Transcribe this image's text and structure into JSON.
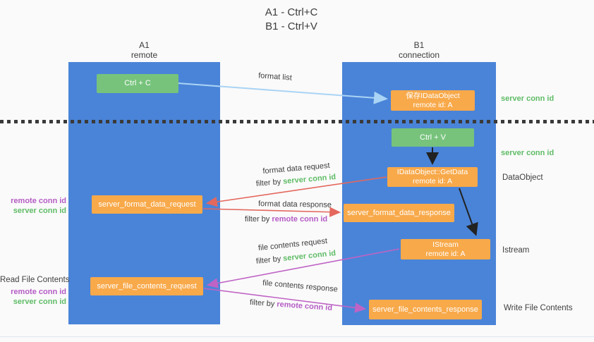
{
  "title": {
    "line1": "A1 - Ctrl+C",
    "line2": "B1 - Ctrl+V"
  },
  "columns": {
    "a1": {
      "name": "A1",
      "subtitle": "remote"
    },
    "b1": {
      "name": "B1",
      "subtitle": "connection"
    }
  },
  "boxes": {
    "ctrl_c": "Ctrl + C",
    "ctrl_v": "Ctrl + V",
    "save_dataobject_line1": "保存IDataObject",
    "save_dataobject_line2": "remote id: A",
    "getdata_line1": "IDataObject::GetData",
    "getdata_line2": "remote id: A",
    "istream_line1": "IStream",
    "istream_line2": "remote id: A",
    "server_format_data_request": "server_format_data_request",
    "server_format_data_response": "server_format_data_response",
    "server_file_contents_request": "server_file_contents_request",
    "server_file_contents_response": "server_file_contents_response"
  },
  "edges": {
    "format_list": "format list",
    "format_data_request": {
      "text": "format data request",
      "filter": "filter by",
      "key": "server conn id"
    },
    "format_data_response": {
      "text": "format data response",
      "filter": "filter by",
      "key": "remote conn id"
    },
    "file_contents_request": {
      "text": "file contents request",
      "filter": "filter by",
      "key": "server conn id"
    },
    "file_contents_response": {
      "text": "file contents response",
      "filter": "filter by",
      "key": "remote conn id"
    }
  },
  "left_labels": {
    "pair1_remote": "remote conn id",
    "pair1_server": "server conn id",
    "read_file": "Read File Contents",
    "pair2_remote": "remote conn id",
    "pair2_server": "server conn id"
  },
  "right_labels": {
    "server_conn_top": "server conn id",
    "server_conn_mid": "server conn id",
    "dataobject": "DataObject",
    "istream": "Istream",
    "write_file": "Write File Contents"
  },
  "colors": {
    "column_blue": "#4a84d8",
    "box_green": "#77c37c",
    "box_orange": "#f8a94a",
    "arrow_red": "#e4685e",
    "arrow_magenta": "#bf63c5",
    "arrow_lightblue": "#aad4f5",
    "arrow_black": "#222222",
    "text_green": "#5fbc66",
    "text_purple": "#b55bc5",
    "background": "#fafafa"
  }
}
